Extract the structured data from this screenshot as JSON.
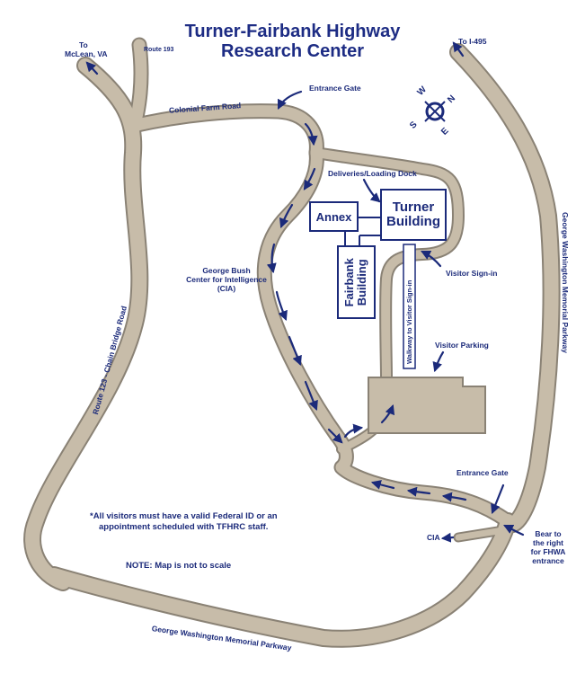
{
  "title_line1": "Turner-Fairbank Highway",
  "title_line2": "Research Center",
  "destinations": {
    "mclean_line1": "To",
    "mclean_line2": "McLean, VA",
    "route193": "Route 193",
    "i495": "To I-495",
    "cia_exit": "CIA"
  },
  "roads": {
    "colonial_farm": "Colonial Farm Road",
    "route123": "Route 123 - Chain Bridge Road",
    "gw_parkway_right": "George Washington Memorial Parkway",
    "gw_parkway_bottom": "George Washington Memorial Parkway"
  },
  "places": {
    "entrance_gate_top": "Entrance Gate",
    "entrance_gate_bottom": "Entrance Gate",
    "deliveries": "Deliveries/Loading Dock",
    "cia_line1": "George Bush",
    "cia_line2": "Center for Intelligence",
    "cia_line3": "(CIA)",
    "visitor_signin": "Visitor Sign-in",
    "visitor_parking": "Visitor Parking",
    "walkway": "Walkway to Visitor Sign-in",
    "bear_right_line1": "Bear to",
    "bear_right_line2": "the right",
    "bear_right_line3": "for FHWA",
    "bear_right_line4": "entrance"
  },
  "buildings": {
    "annex": "Annex",
    "turner_line1": "Turner",
    "turner_line2": "Building",
    "fairbank_line1": "Fairbank",
    "fairbank_line2": "Building"
  },
  "compass": {
    "n": "N",
    "e": "E",
    "s": "S",
    "w": "W"
  },
  "notes": {
    "visitors_line1": "*All visitors must have a valid Federal ID or an",
    "visitors_line2": "appointment scheduled with TFHRC staff.",
    "scale": "NOTE:  Map is not to scale"
  },
  "colors": {
    "road_fill": "#c7bca9",
    "road_edge": "#8a8275",
    "ink": "#1b2a7a"
  }
}
